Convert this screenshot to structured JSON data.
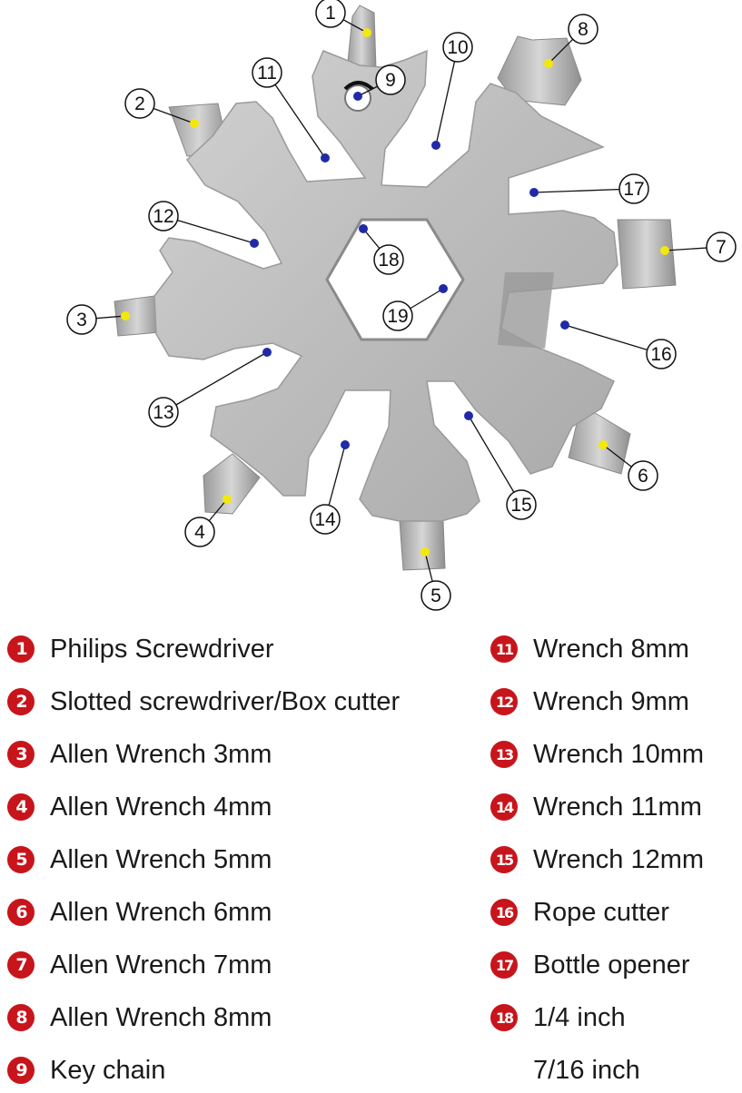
{
  "diagram": {
    "callouts": [
      {
        "number": "1"
      },
      {
        "number": "2"
      },
      {
        "number": "3"
      },
      {
        "number": "4"
      },
      {
        "number": "5"
      },
      {
        "number": "6"
      },
      {
        "number": "7"
      },
      {
        "number": "8"
      },
      {
        "number": "9"
      },
      {
        "number": "10"
      },
      {
        "number": "11"
      },
      {
        "number": "12"
      },
      {
        "number": "13"
      },
      {
        "number": "14"
      },
      {
        "number": "15"
      },
      {
        "number": "16"
      },
      {
        "number": "17"
      },
      {
        "number": "18"
      },
      {
        "number": "19"
      }
    ],
    "colors": {
      "steel": "#b9b9b9",
      "steel_dark": "#8e8e8e",
      "bit_marker": "#f4e80a",
      "wrench_marker": "#1f2aa8",
      "badge": "#c8141b"
    }
  },
  "legend": {
    "left_column": [
      {
        "number": "1",
        "label": "Philips Screwdriver"
      },
      {
        "number": "2",
        "label": "Slotted screwdriver/Box cutter"
      },
      {
        "number": "3",
        "label": "Allen Wrench 3mm"
      },
      {
        "number": "4",
        "label": "Allen Wrench 4mm"
      },
      {
        "number": "5",
        "label": "Allen Wrench 5mm"
      },
      {
        "number": "6",
        "label": "Allen Wrench 6mm"
      },
      {
        "number": "7",
        "label": "Allen Wrench 7mm"
      },
      {
        "number": "8",
        "label": "Allen Wrench 8mm"
      },
      {
        "number": "9",
        "label": "Key chain"
      }
    ],
    "right_column": [
      {
        "number": "11",
        "label": "Wrench 8mm"
      },
      {
        "number": "12",
        "label": "Wrench 9mm"
      },
      {
        "number": "13",
        "label": "Wrench 10mm"
      },
      {
        "number": "14",
        "label": "Wrench 11mm"
      },
      {
        "number": "15",
        "label": "Wrench 12mm"
      },
      {
        "number": "16",
        "label": "Rope cutter"
      },
      {
        "number": "17",
        "label": "Bottle opener"
      },
      {
        "number": "18",
        "label": "1/4 inch"
      },
      {
        "number": "",
        "label": "7/16 inch"
      }
    ]
  }
}
